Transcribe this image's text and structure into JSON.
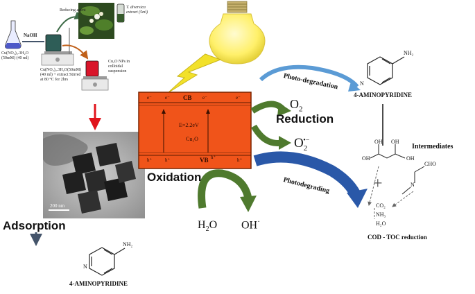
{
  "synthesis": {
    "naoh_label": "NaOH",
    "flask_label": "Cu(NO₃)₂.3H₂O (50mM) (40 ml)",
    "reducing_agent_label": "Reducing agent",
    "extract_label": "T. diversica extract (5ml)",
    "beaker1_label": "Cu(NO₃)₂.3H₂O(50mM) (40 ml) + extract Stirred at 80 °C for 2hrs",
    "beaker2_label": "Cu₂O NPs in colloidal suspension",
    "colors": {
      "beaker1_liquid": "#2e5d57",
      "beaker2_liquid": "#d9152a",
      "flask_liquid": "#4d58c8",
      "red_arrow": "#e0141c"
    }
  },
  "tem": {
    "scale_bar_label": "200 nm"
  },
  "semiconductor": {
    "cb_label": "CB",
    "vb_label": "VB",
    "electron_label": "e⁻",
    "hole_label": "h⁺",
    "bandgap_label": "E=2.2eV",
    "material_label": "Cu₂O",
    "colors": {
      "box": "#f0541a",
      "box_border": "#7a2400"
    }
  },
  "labels": {
    "oxidation": "Oxidation",
    "adsorption": "Adsorption",
    "reduction": "Reduction",
    "o2": "O",
    "o2_sub": "2",
    "superoxide": "O",
    "superoxide_sub": "2",
    "superoxide_sup": "•−",
    "water": "H",
    "water_sub": "2",
    "water_tail": "O",
    "hydroxyl": "OH",
    "hydroxyl_sup": "·",
    "photo_degradation": "Photo-degradation",
    "photodegrading": "Photodegrading",
    "aminopyridine_top": "4-AMINOPYRIDINE",
    "aminopyridine_bottom": "4-AMINOPYRIDINE",
    "intermediates": "Intermediates",
    "cod_toc": "COD - TOC reduction",
    "co2": "CO₂",
    "nh3": "NH₃",
    "h2o_product": "H₂O"
  },
  "molecule": {
    "nh2": "NH₂",
    "ring_n": "N",
    "oh": "OH",
    "cho": "CHO",
    "n_atom": "N",
    "plus": "+"
  },
  "colors": {
    "green_arrow": "#4f7a2e",
    "blue_arrow": "#2a58a8",
    "light_blue_arrow": "#5b9bd5",
    "bulb": "#fff06a",
    "lightning": "#f2e12a",
    "slate_arrow": "#44546a"
  }
}
